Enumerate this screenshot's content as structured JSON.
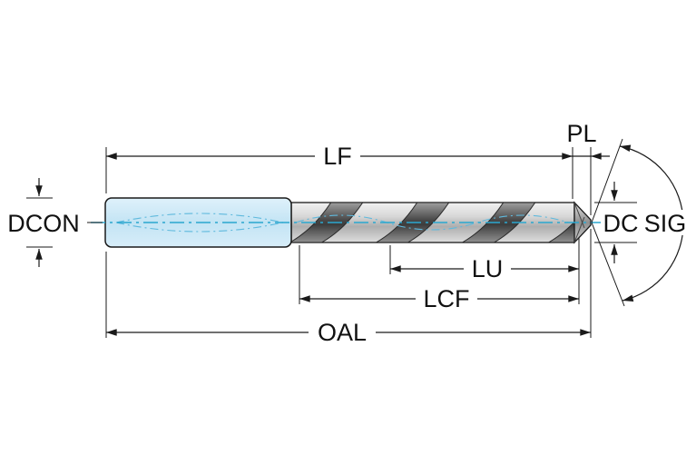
{
  "diagram": {
    "subject": "drill-dimension-diagram",
    "labels": {
      "lf": "LF",
      "pl": "PL",
      "dcon": "DCON",
      "dc": "DC",
      "sig": "SIG",
      "lu": "LU",
      "lcf": "LCF",
      "oal": "OAL"
    },
    "colors": {
      "background": "#ffffff",
      "outline": "#1a1a1a",
      "shank_fill": "#cfe8f6",
      "centerline": "#2aa7cf",
      "flute_light": "#ececec",
      "flute_dark": "#474747"
    }
  }
}
